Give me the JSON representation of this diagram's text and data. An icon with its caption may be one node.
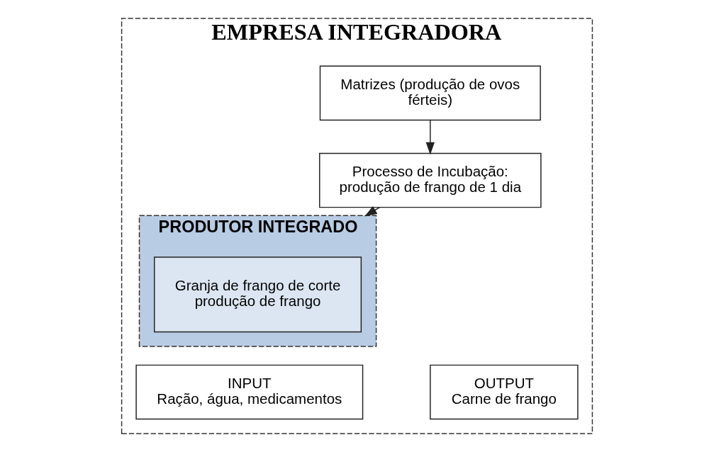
{
  "diagram": {
    "nodes": [
      {
        "text": [
          "EMPRESA INTEGRADORA"
        ]
      },
      {
        "text": [
          "Matrizes (produção de ovos férteis)"
        ],
        "in": 0
      },
      {
        "text": [
          "Processo de Incubação: produção de frango de 1 dia"
        ],
        "in": 0
      },
      {
        "text": [
          "PRODUTOR INTEGRADO"
        ],
        "in": 0
      },
      {
        "text": [
          "Granja de frango de corte produção de frango"
        ],
        "in": 3
      },
      {
        "text": [
          "INPUT",
          "Ração, água, medicamentos"
        ],
        "in": 0
      },
      {
        "text": [
          "OUTPUT",
          "Carne de frango"
        ],
        "in": 0
      }
    ],
    "edges": [
      {
        "from": 1,
        "to": 2,
        "arrow": "to"
      },
      {
        "from": 2,
        "to": 3,
        "arrow": "to"
      }
    ]
  }
}
